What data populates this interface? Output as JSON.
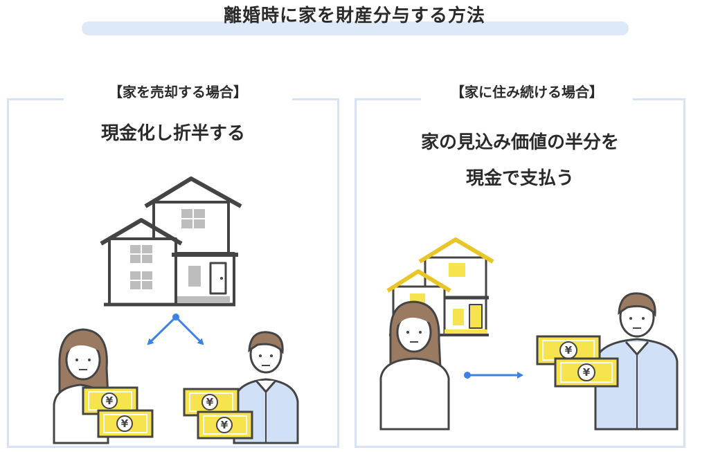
{
  "title": "離婚時に家を財産分与する方法",
  "left_panel": {
    "heading": "【家を売却する場合】",
    "description": "現金化し折半する"
  },
  "right_panel": {
    "heading": "【家に住み続ける場合】",
    "description_line1": "家の見込み価値の半分を",
    "description_line2": "現金で支払う"
  },
  "yen_symbol": "¥",
  "colors": {
    "accent_blue": "#3a82e4",
    "panel_border": "#d6e3f5",
    "title_bar": "#dde8f8",
    "banknote_yellow": "#f7e34e",
    "house_yellow_outline": "#e8c62a",
    "hair_brown": "#9b7a62",
    "shirt_blue": "#cfe0f7"
  }
}
